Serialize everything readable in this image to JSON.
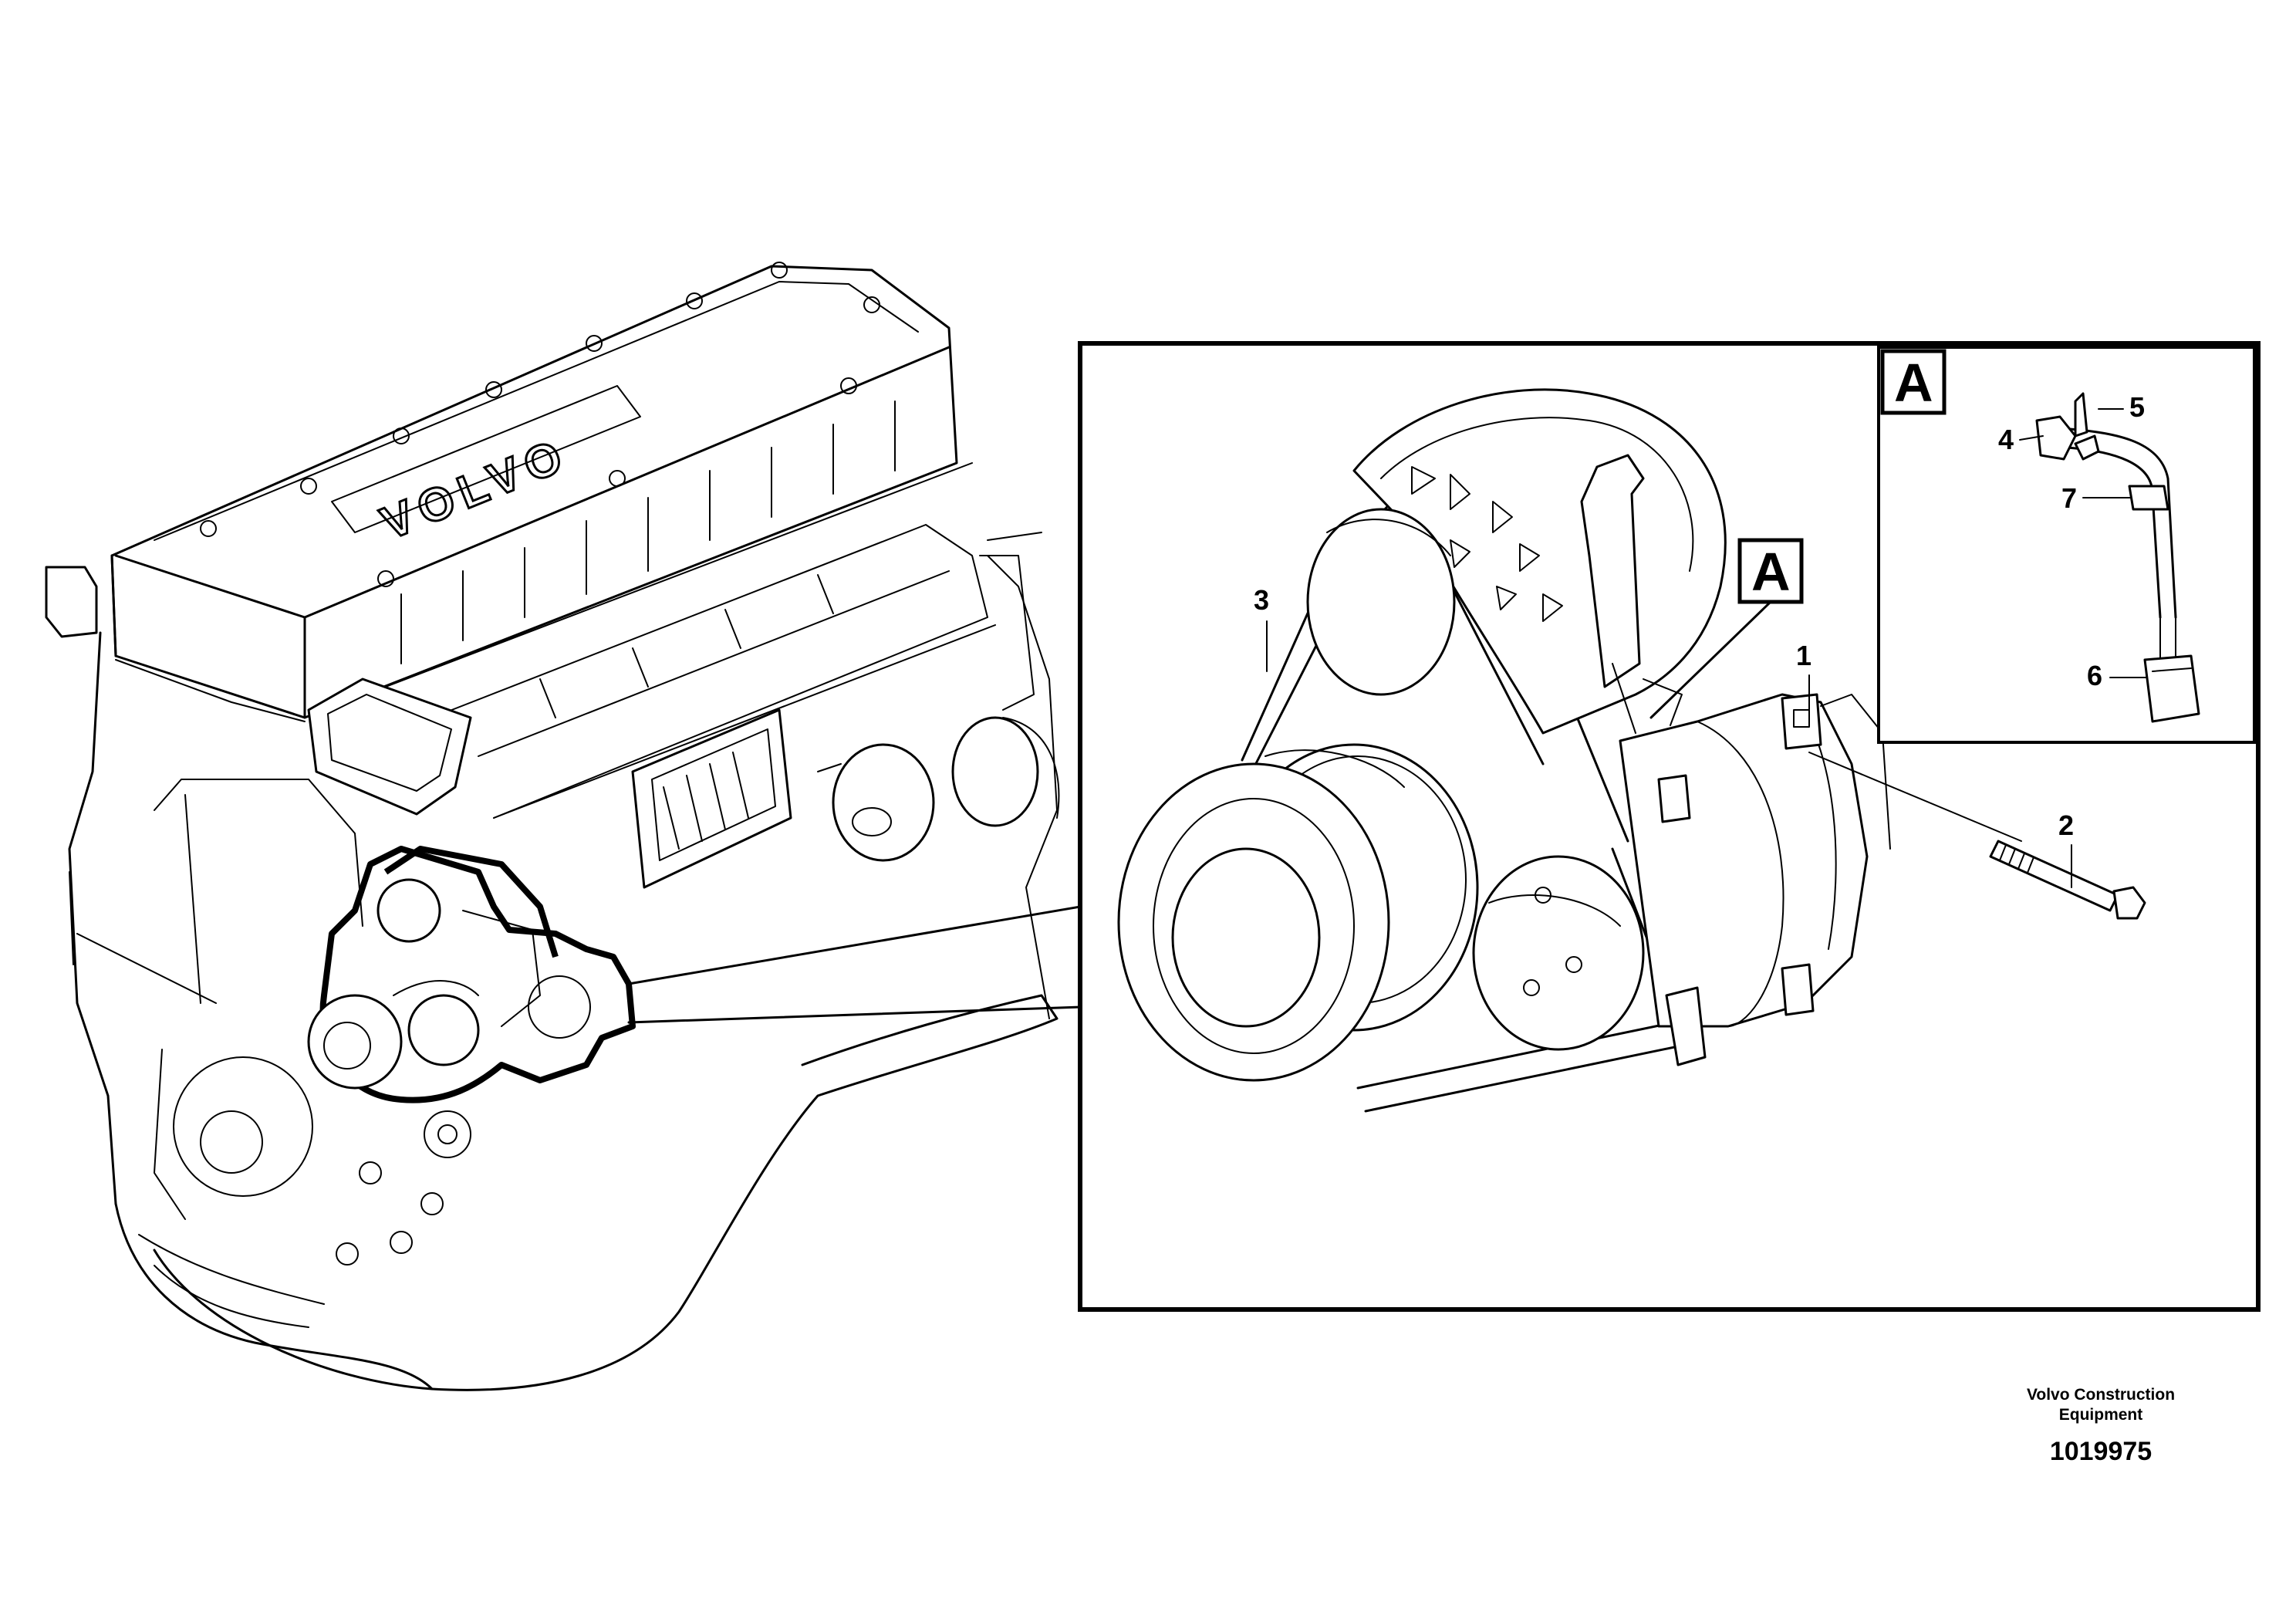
{
  "engine": {
    "brand_mark": "VOLVO"
  },
  "detail_view": {
    "reference_label": "A",
    "callouts": [
      {
        "id": "1",
        "label": "1",
        "part": "compressor"
      },
      {
        "id": "2",
        "label": "2",
        "part": "bolt"
      },
      {
        "id": "3",
        "label": "3",
        "part": "belt"
      }
    ]
  },
  "inset_view": {
    "reference_label": "A",
    "callouts": [
      {
        "id": "4",
        "label": "4",
        "part": "sensor"
      },
      {
        "id": "5",
        "label": "5",
        "part": "clip"
      },
      {
        "id": "6",
        "label": "6",
        "part": "connector"
      },
      {
        "id": "7",
        "label": "7",
        "part": "clamp"
      }
    ]
  },
  "footer": {
    "publisher_line1": "Volvo Construction",
    "publisher_line2": "Equipment",
    "document_number": "1019975"
  }
}
